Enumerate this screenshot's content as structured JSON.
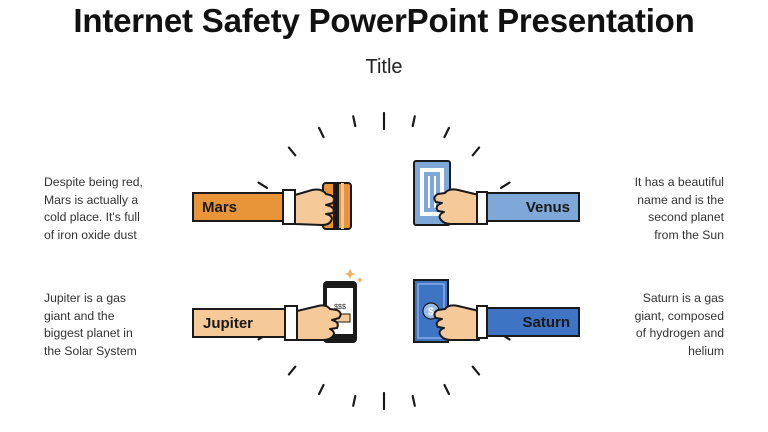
{
  "header": {
    "title": "Internet Safety PowerPoint Presentation",
    "subtitle": "Title"
  },
  "colors": {
    "mars": "#e8953a",
    "venus": "#7fa7d8",
    "jupiter": "#f6c999",
    "saturn": "#3f74c4",
    "outline": "#1a1a1a",
    "skin": "#f6c999"
  },
  "items": [
    {
      "label": "Mars",
      "description": "Despite being red,\nMars is actually a\ncold place. It's full\nof iron oxide dust",
      "object_icon": "credit-card-icon"
    },
    {
      "label": "Venus",
      "description": "It has a beautiful\nname and is the\nsecond planet\nfrom the Sun",
      "object_icon": "bank-card-icon"
    },
    {
      "label": "Jupiter",
      "description": "Jupiter is a gas\ngiant and the\nbiggest planet in\nthe Solar System",
      "object_icon": "smartphone-payment-icon",
      "phone_text": "$$$"
    },
    {
      "label": "Saturn",
      "description": "Saturn is a gas\ngiant, composed\nof hydrogen and\nhelium",
      "object_icon": "banknote-icon",
      "note_symbol": "$"
    }
  ]
}
